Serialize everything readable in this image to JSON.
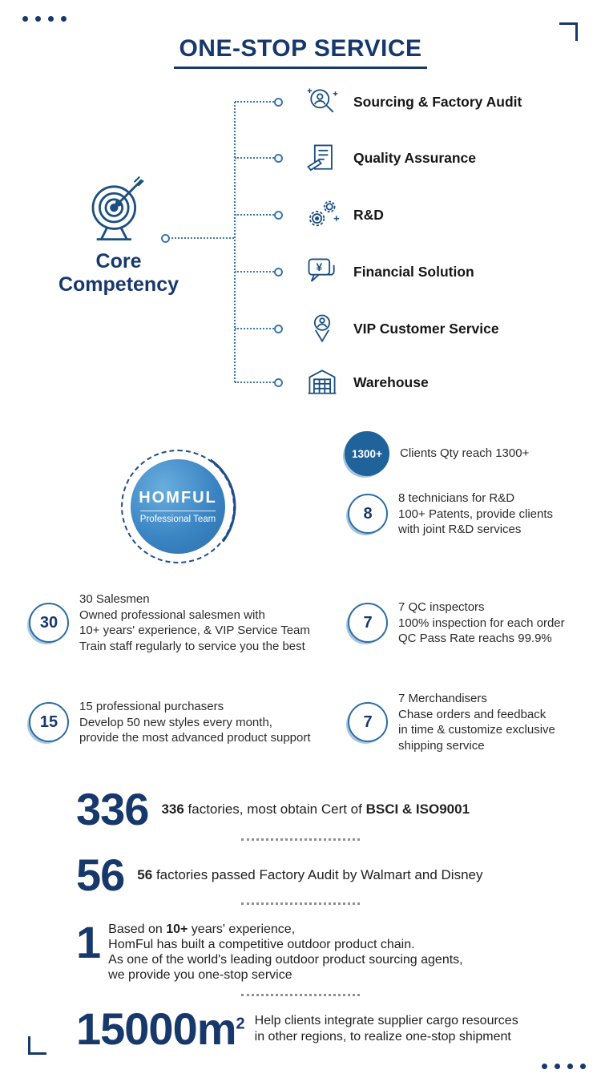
{
  "page": {
    "title": "ONE-STOP SERVICE"
  },
  "colors": {
    "navy": "#17386b",
    "badge_blue": "#2b6ca3",
    "team_circle_fill": "#3b85c4"
  },
  "core": {
    "label_line1": "Core",
    "label_line2": "Competency",
    "services": [
      {
        "icon": "magnifier-person-icon",
        "label": "Sourcing & Factory Audit"
      },
      {
        "icon": "document-pen-icon",
        "label": "Quality Assurance"
      },
      {
        "icon": "gears-icon",
        "label": "R&D"
      },
      {
        "icon": "chat-yen-icon",
        "label": "Financial Solution"
      },
      {
        "icon": "person-pin-icon",
        "label": "VIP Customer Service"
      },
      {
        "icon": "warehouse-icon",
        "label": "Warehouse"
      }
    ]
  },
  "team_badge": {
    "brand": "HOMFUL",
    "subtitle": "Professional Team"
  },
  "stats": [
    {
      "badge": "1300+",
      "lines": [
        "Clients Qty reach 1300+"
      ]
    },
    {
      "badge": "8",
      "lines": [
        "8 technicians for R&D",
        "100+ Patents, provide clients",
        "with joint R&D services"
      ]
    },
    {
      "badge": "30",
      "lines": [
        "30 Salesmen",
        "Owned professional salesmen with",
        "10+ years' experience, & VIP Service Team",
        "Train staff regularly to service you the best"
      ]
    },
    {
      "badge": "7",
      "lines": [
        "7 QC inspectors",
        "100% inspection for each order",
        "QC Pass Rate reachs 99.9%"
      ]
    },
    {
      "badge": "15",
      "lines": [
        "15 professional purchasers",
        "Develop 50 new styles every month,",
        "provide the most advanced product support"
      ]
    },
    {
      "badge": "7",
      "lines": [
        "7 Merchandisers",
        "Chase orders and feedback",
        "in time & customize exclusive",
        "shipping service"
      ]
    }
  ],
  "facts": {
    "factories": {
      "number": "336",
      "bold_lead": "336",
      "text": " factories, most obtain Cert of ",
      "bold_tail": "BSCI & ISO9001"
    },
    "audited": {
      "number": "56",
      "bold_lead": "56",
      "text": " factories passed Factory Audit by Walmart and Disney"
    },
    "experience": {
      "number": "1",
      "pre": "Based on ",
      "bold": "10+",
      "post": " years' experience,",
      "line2": "HomFul has built a competitive outdoor product chain.",
      "line3": "As one of the world's leading outdoor product sourcing agents,",
      "line4": "we provide you one-stop service"
    },
    "warehouse_area": {
      "number": "15000m",
      "superscript": "2",
      "line1": "Help clients integrate supplier cargo resources",
      "line2": "in other regions, to realize one-stop shipment"
    }
  },
  "icons": {
    "financial_symbol": "¥"
  }
}
